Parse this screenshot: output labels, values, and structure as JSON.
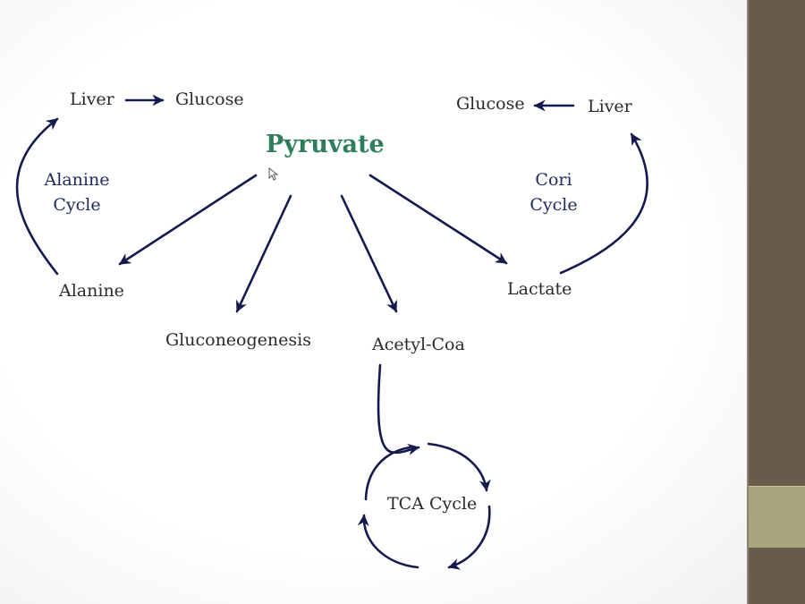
{
  "slide": {
    "title": "Pyruvate",
    "title_color": "#2e7d5b",
    "arrow_color": "#141a4e",
    "nodes": {
      "liver_left": "Liver",
      "glucose_left": "Glucose",
      "glucose_right": "Glucose",
      "liver_right": "Liver",
      "alanine": "Alanine",
      "lactate": "Lactate",
      "gluconeogenesis": "Gluconeogenesis",
      "acetyl_coa": "Acetyl-Coa",
      "tca_cycle": "TCA Cycle"
    },
    "cycle_labels": {
      "alanine_line1": "Alanine",
      "alanine_line2": "Cycle",
      "cori_line1": "Cori",
      "cori_line2": "Cycle"
    }
  },
  "sidebar": {
    "base_color": "#675b49",
    "accent_color": "#a9a57d"
  }
}
